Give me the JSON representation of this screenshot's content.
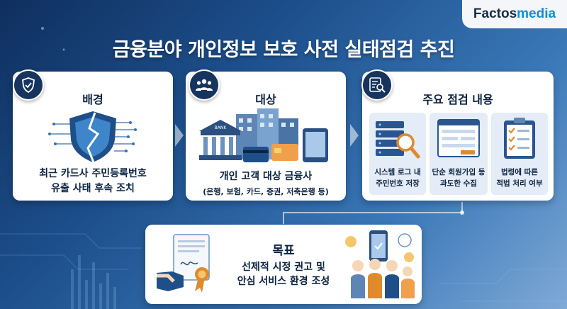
{
  "brand": {
    "part1": "Factos",
    "part2": "media"
  },
  "title": "금융분야 개인정보 보호 사전 실태점검 추진",
  "cards": {
    "background": {
      "title": "배경",
      "line1": "최근 카드사 주민등록번호",
      "line2": "유출 사태 후속 조치",
      "icon": "shield-check-icon"
    },
    "target": {
      "title": "대상",
      "line1": "개인 고객 대상 금융사",
      "line2": "(은행, 보험, 카드, 증권, 저축은행 등)",
      "bank_sign": "BANK",
      "icon": "people-group-icon"
    },
    "inspection": {
      "title": "주요 점검 내용",
      "icon": "checklist-search-icon",
      "items": [
        {
          "line1": "시스템 로그 내",
          "line2": "주민번호 저장",
          "icon": "server-search-icon"
        },
        {
          "line1": "단순 회원가입 등",
          "line2": "과도한 수집",
          "icon": "signup-form-icon"
        },
        {
          "line1": "법령에 따른",
          "line2": "적법 처리 여부",
          "icon": "clipboard-check-icon"
        }
      ]
    },
    "goal": {
      "title": "목표",
      "line1": "선제적 시정 권고 및",
      "line2": "안심 서비스 환경 조성",
      "icon": "certificate-icon"
    }
  },
  "colors": {
    "navy": "#0c2340",
    "badge": "#16345e",
    "accent": "#0e8fd2",
    "panel": "#e3ecf7"
  }
}
